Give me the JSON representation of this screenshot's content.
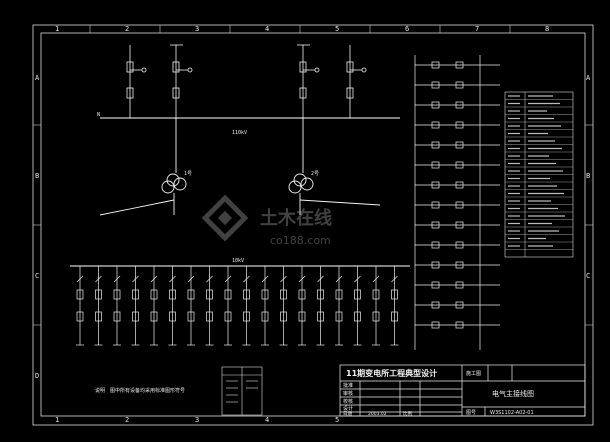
{
  "sheet": {
    "col_labels": [
      "1",
      "2",
      "3",
      "4",
      "5",
      "6",
      "7",
      "8"
    ],
    "row_labels": [
      "A",
      "B",
      "C",
      "D"
    ]
  },
  "diagram": {
    "busbar_110": "110kV",
    "busbar_10": "10kV",
    "bus_n": "N",
    "trans_1": "1号",
    "trans_2": "2号",
    "legend_title": "说明",
    "legend_note": "图中所有设备均采用标准图形符号"
  },
  "watermark": {
    "brand": "土木在线",
    "domain": "co188.com"
  },
  "title_block": {
    "project": "11期变电所工程典型设计",
    "stage": "施工图",
    "drawing_title": "电气主接线图",
    "rows": [
      "批准",
      "审核",
      "校核",
      "设计",
      "日期"
    ],
    "date": "2003.02",
    "scale_label": "比例",
    "drawing_no_label": "图号",
    "drawing_no": "W3S1102-A02-01"
  }
}
